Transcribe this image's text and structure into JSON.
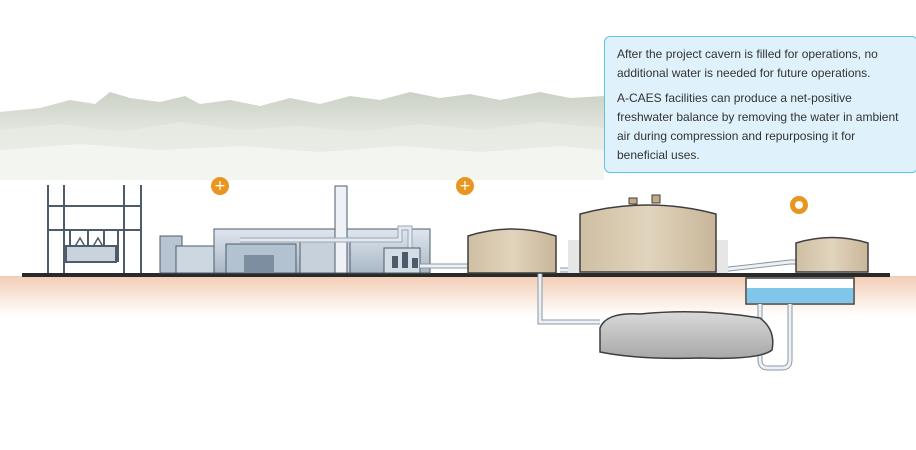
{
  "callout": {
    "paragraphs": [
      "After the project cavern is filled for operations, no additional water is needed for future operations.",
      "A-CAES facilities can produce a net-positive freshwater balance by removing the water in ambient air during compression and repurposing it for beneficial uses."
    ]
  },
  "hotspots": [
    {
      "id": "hotspot-plant",
      "glyph": "+",
      "state": "collapsed"
    },
    {
      "id": "hotspot-storage",
      "glyph": "+",
      "state": "collapsed"
    },
    {
      "id": "hotspot-water",
      "glyph": "",
      "state": "selected"
    }
  ],
  "colors": {
    "hotspot": "#e8961f",
    "callout_bg": "#dff2fb",
    "callout_border": "#63c2e8",
    "tank": "#d8c9af",
    "water": "#7fc6ea",
    "ground": "#f6ddcb"
  }
}
